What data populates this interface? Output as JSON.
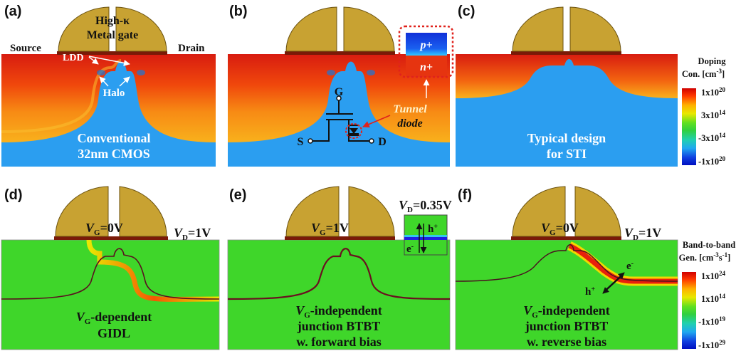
{
  "panels": {
    "a": {
      "label": "(a)",
      "gate_line1": "High-κ",
      "gate_line2": "Metal gate",
      "source": "Source",
      "drain": "Drain",
      "ldd": "LDD",
      "halo": "Halo",
      "caption_line1": "Conventional",
      "caption_line2": "32nm CMOS"
    },
    "b": {
      "label": "(b)",
      "p_plus": "p+",
      "n_plus": "n+",
      "tunnel": "Tunnel",
      "diode": "diode",
      "gate_node": "G",
      "source_node": "S",
      "drain_node": "D"
    },
    "c": {
      "label": "(c)",
      "caption_line1": "Typical design",
      "caption_line2": "for STI"
    },
    "d": {
      "label": "(d)",
      "vg": "V",
      "vg_sub": "G",
      "vg_val": "=0V",
      "vd": "V",
      "vd_sub": "D",
      "vd_val": "=1V",
      "caption_line1_italic": "V",
      "caption_line1_sub": "G",
      "caption_line1_rest": "-dependent",
      "caption_line2": "GIDL"
    },
    "e": {
      "label": "(e)",
      "vg": "V",
      "vg_sub": "G",
      "vg_val": "=1V",
      "vd": "V",
      "vd_sub": "D",
      "vd_val": "=0.35V",
      "hole": "h",
      "hole_sup": "+",
      "electron": "e",
      "electron_sup": "-",
      "caption_line1_italic": "V",
      "caption_line1_sub": "G",
      "caption_line1_rest": "-independent",
      "caption_line2": "junction BTBT",
      "caption_line3": "w. forward bias"
    },
    "f": {
      "label": "(f)",
      "vg": "V",
      "vg_sub": "G",
      "vg_val": "=0V",
      "vd": "V",
      "vd_sub": "D",
      "vd_val": "=1V",
      "hole": "h",
      "hole_sup": "+",
      "electron": "e",
      "electron_sup": "-",
      "caption_line1_italic": "V",
      "caption_line1_sub": "G",
      "caption_line1_rest": "-independent",
      "caption_line2": "junction BTBT",
      "caption_line3": "w. reverse bias"
    }
  },
  "legend_doping": {
    "title_line1": "Doping",
    "title_line2": "Con. [cm",
    "title_exp": "-3",
    "title_end": "]",
    "ticks": [
      {
        "base": "1x10",
        "exp": "20"
      },
      {
        "base": "3x10",
        "exp": "14"
      },
      {
        "base": "-3x10",
        "exp": "14"
      },
      {
        "base": "-1x10",
        "exp": "20"
      }
    ]
  },
  "legend_btbt": {
    "title_line1": "Band-to-band",
    "title_line2": "Gen. [cm",
    "title_exp": "-3",
    "title_mid": "s",
    "title_exp2": "-1",
    "title_end": "]",
    "ticks": [
      {
        "base": "1x10",
        "exp": "24"
      },
      {
        "base": "1x10",
        "exp": "14"
      },
      {
        "base": "-1x10",
        "exp": "19"
      },
      {
        "base": "-1x10",
        "exp": "29"
      }
    ]
  },
  "colors": {
    "gate_gold": "#c8a232",
    "gate_edge": "#6b5210",
    "oxide": "#7a1a08",
    "substrate_blue": "#2b9ef0",
    "btbt_green": "#3fd62a",
    "annotation_red": "#e0221c"
  }
}
